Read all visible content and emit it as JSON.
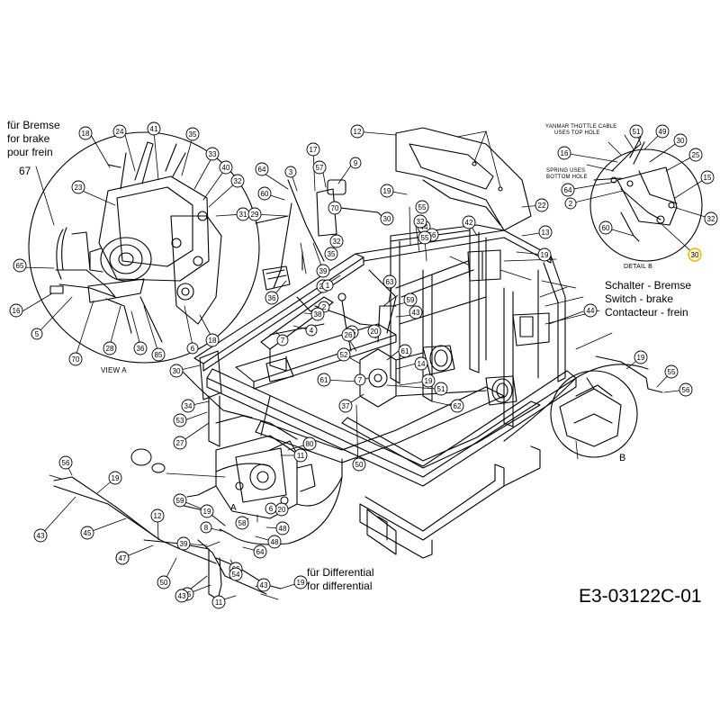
{
  "labels": {
    "brake_de": "für Bremse",
    "brake_en": "for brake",
    "brake_fr": "pour frein",
    "switch_de": "Schalter - Bremse",
    "switch_en": "Switch - brake",
    "switch_fr": "Contacteur - frein",
    "diff_de": "für Differential",
    "diff_en": "for differential",
    "view_a": "VIEW A",
    "detail_b": "DETAIL B",
    "letter_a": "A",
    "letter_b": "B",
    "yanmar_note_1": "YANMAR THOTTLE CABLE",
    "yanmar_note_2": "USES TOP HOLE",
    "spring_note_1": "SPRING USES",
    "spring_note_2": "BOTTOM HOLE",
    "diagram_code": "E3-03122C-01",
    "plain_67": "67"
  },
  "callouts": [
    "18",
    "24",
    "41",
    "35",
    "33",
    "40",
    "32",
    "31",
    "23",
    "6",
    "18",
    "16",
    "5",
    "70",
    "65",
    "28",
    "36",
    "85",
    "30",
    "34",
    "53",
    "27",
    "64",
    "3",
    "17",
    "57",
    "9",
    "60",
    "29",
    "39",
    "36",
    "21",
    "2",
    "1",
    "38",
    "4",
    "7",
    "30",
    "70",
    "35",
    "32",
    "12",
    "19",
    "55",
    "44",
    "56",
    "42",
    "22",
    "13",
    "19",
    "43",
    "59",
    "63",
    "61",
    "50",
    "65",
    "26",
    "20",
    "52",
    "7",
    "14",
    "19",
    "37",
    "61",
    "62",
    "51",
    "32",
    "55",
    "56",
    "19",
    "43",
    "45",
    "54",
    "12",
    "39",
    "8",
    "58",
    "48",
    "64",
    "48",
    "66",
    "19",
    "43",
    "11",
    "45",
    "50",
    "80",
    "46",
    "20",
    "11",
    "43",
    "59",
    "6",
    "19",
    "54",
    "47",
    "44",
    "19",
    "55",
    "56",
    "51",
    "49",
    "30",
    "25",
    "15",
    "32",
    "30",
    "60",
    "2",
    "64",
    "16"
  ]
}
